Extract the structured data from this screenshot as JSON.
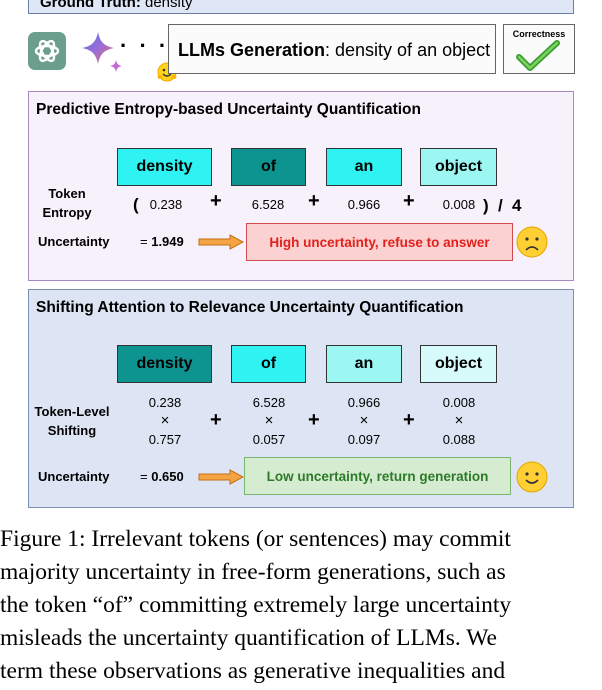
{
  "header": {
    "ground_truth_label": "Ground Truth:",
    "ground_truth_value": "density",
    "dots": "· · ·",
    "generation_label": "LLMs Generation",
    "generation_value": ": density of an object",
    "correctness_label": "Correctness",
    "correctness_mark": "✔"
  },
  "panel1": {
    "title": "Predictive Entropy-based Uncertainty Quantification",
    "tokens": [
      {
        "text": "density",
        "color": "#2ef3f2"
      },
      {
        "text": "of",
        "color": "#0e9490"
      },
      {
        "text": "an",
        "color": "#2ef3f2"
      },
      {
        "text": "object",
        "color": "#9cf7f2"
      }
    ],
    "row_label_1": "Token",
    "row_label_2": "Entropy",
    "open_paren": "(",
    "close_paren": ")",
    "divide": "/",
    "divisor": "4",
    "values": [
      "0.238",
      "6.528",
      "0.966",
      "0.008"
    ],
    "plus": "+",
    "uncertainty_label": "Uncertainty",
    "uncertainty_eq": "= ",
    "uncertainty_value": "1.949",
    "result": "High uncertainty, refuse to answer",
    "emoji": "sad-face"
  },
  "panel2": {
    "title": "Shifting Attention to Relevance Uncertainty Quantification",
    "tokens": [
      {
        "text": "density",
        "color": "#0e9490"
      },
      {
        "text": "of",
        "color": "#2ef3f2"
      },
      {
        "text": "an",
        "color": "#9cf7f2"
      },
      {
        "text": "object",
        "color": "#d6fbfa"
      }
    ],
    "row_label_1": "Token-Level",
    "row_label_2": "Shifting",
    "entropies": [
      "0.238",
      "6.528",
      "0.966",
      "0.008"
    ],
    "times": "×",
    "weights": [
      "0.757",
      "0.057",
      "0.097",
      "0.088"
    ],
    "plus": "+",
    "uncertainty_label": "Uncertainty",
    "uncertainty_eq": "= ",
    "uncertainty_value": "0.650",
    "result": "Low uncertainty, return generation",
    "emoji": "smile-face"
  },
  "caption": {
    "lines": [
      "Figure 1: Irrelevant tokens (or sentences) may commit",
      "majority uncertainty in free-form generations, such as",
      "the token “of” committing extremely large uncertainty",
      "misleads the uncertainty quantification of LLMs.  We",
      "term these observations as generative inequalities and"
    ]
  }
}
